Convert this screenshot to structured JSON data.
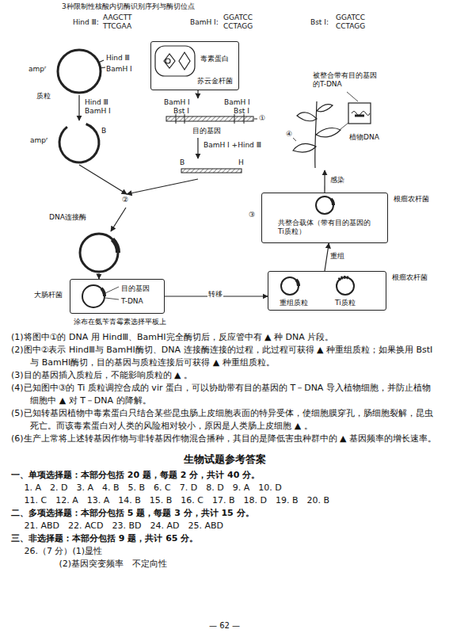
{
  "diagram": {
    "title": "3种限制性核酸内切酶识别序列与酶切位点",
    "nodes": [
      {
        "text": [
          "ampʳ",
          "Hind Ⅲ",
          "BamH Ⅰ",
          "质粒"
        ]
      },
      {
        "text": [
          "毒素蛋白",
          "苏云金杆菌"
        ]
      },
      {
        "text": [
          "BamH Ⅰ",
          "BamH Ⅰ",
          "Bst Ⅰ",
          "Bst Ⅰ",
          "①",
          "目的基因"
        ]
      },
      {
        "text": [
          "ampʳ",
          "B"
        ]
      },
      {
        "text": [
          "B",
          "H"
        ]
      },
      {
        "text": [
          "②",
          "DNA连接酶"
        ]
      },
      {
        "text": [
          "大肠杆菌",
          "目的基因",
          "T-DNA",
          "涂布在氨苄青霉素选择平板上"
        ]
      },
      {
        "text": [
          "重组质粒",
          "Ti质粒",
          "根瘤农杆菌"
        ]
      },
      {
        "text": [
          "③",
          "共整合载体（带有目的基因的Ti质粒）",
          "根瘤农杆菌"
        ]
      },
      {
        "text": [
          "被整合带有目的基因的T-DNA",
          "④",
          "植物DNA"
        ]
      }
    ],
    "edges": [
      {
        "from": 0,
        "to": 3,
        "arrow": "to",
        "label": "Hind Ⅲ BamH Ⅰ"
      },
      {
        "from": 1,
        "to": 2,
        "arrow": "to"
      },
      {
        "from": 2,
        "to": 4,
        "arrow": "to",
        "label": "BamH Ⅰ +Hind Ⅲ"
      },
      {
        "from": 3,
        "to": 5,
        "arrow": "to"
      },
      {
        "from": 4,
        "to": 5,
        "arrow": "to"
      },
      {
        "from": 5,
        "to": 6,
        "arrow": "to"
      },
      {
        "from": 6,
        "to": 7,
        "arrow": "to",
        "label": "转移"
      },
      {
        "from": 7,
        "to": 8,
        "arrow": "to",
        "label": "重组"
      },
      {
        "from": 8,
        "to": 9,
        "arrow": "to",
        "label": "感染"
      }
    ],
    "labels": [
      "Hind Ⅲ:",
      "AAGCTT",
      "TTCGAA",
      "BamH Ⅰ:",
      "GGATCC",
      "CCTAGG",
      "Bst Ⅰ:",
      "GGATCC",
      "CCTAGG",
      "(1)将图中①的 DNA 用 HindⅢ、BamHⅠ完全酶切后，反应管中有 ▲ 种 DNA 片段。",
      "(2)图中②表示 HindⅢ与 BamHⅠ酶切、DNA 连接酶连接的过程，此过程可获得 ▲ 种重组质粒；如果换用 BstⅠ与 BamHⅠ酶切，目的基因与质粒连接后可获得 ▲ 种重组质粒。",
      "(3)目的基因插入质粒后，不能影响质粒的 ▲ 。",
      "(4)已知图中③的 Ti 质粒调控合成的 vir 蛋白，可以协助带有目的基因的 T－DNA 导入植物细胞，并防止植物细胞中 ▲ 对 T－DNA 的降解。",
      "(5)已知转基因植物中毒素蛋白只结合某些昆虫肠上皮细胞表面的特异受体，使细胞膜穿孔，肠细胞裂解，昆虫死亡。而该毒素蛋白对人类的风险相对较小，原因是人类肠上皮细胞 ▲ 。",
      "(6)生产上常将上述转基因作物与非转基因作物混合播种，其目的是降低害虫种群中的 ▲ 基因频率的增长速率。",
      "生物试题参考答案",
      "一、单项选择题：本部分包括 20 题，每题 2 分，共计 40 分。",
      "1. A　2. D　3. A　4. B　5. B　6. C　7. D　8. D　9. A　10. D",
      "11. C　12. A　13. A　14. B　15. B　16. C　17. B　18. D　19. B　20. B",
      "二、多项选择题：本部分包括 5 题，每题 3 分，共计 15 分。",
      "21. ABD　22. ACD　23. BD　24. AD　25. ABD",
      "三、非选择题：本部分包括 9 题，共计 65 分。",
      "26.（7 分）(1)显性",
      "(2)基因突变频率　不定向性",
      "— 62 —"
    ]
  }
}
